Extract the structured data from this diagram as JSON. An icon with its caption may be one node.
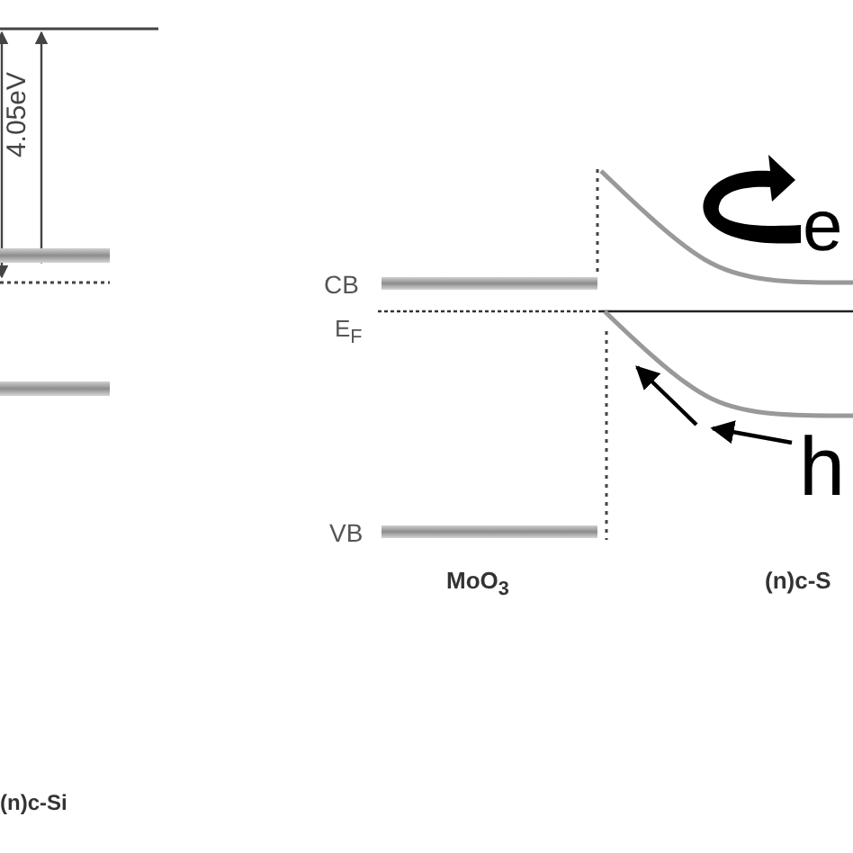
{
  "diagram": {
    "labels": [
      "4.05eV",
      "(n)c-Si",
      "CB",
      "E$_{F}$",
      "VB",
      "MoO$_{3}$",
      "(n)c-S",
      "e",
      "h"
    ]
  }
}
